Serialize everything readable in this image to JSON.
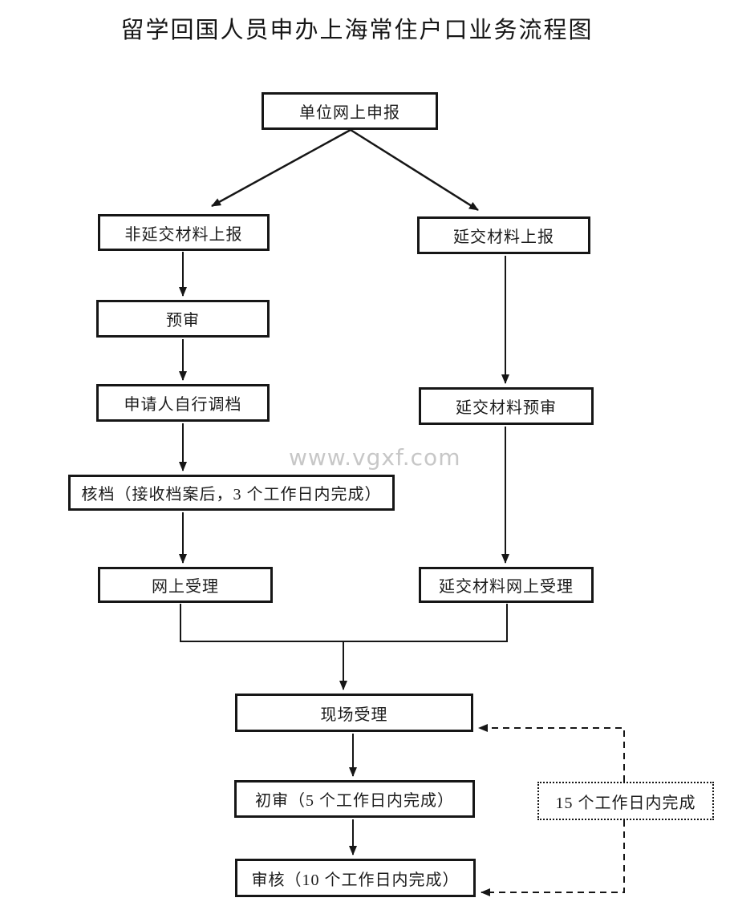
{
  "page": {
    "title": "留学回国人员申办上海常住户口业务流程图",
    "watermark": "www.vgxf.com"
  },
  "nodes": {
    "start": "单位网上申报",
    "left_report": "非延交材料上报",
    "pre_review": "预审",
    "self_transfer": "申请人自行调档",
    "file_check": "核档（接收档案后，3 个工作日内完成）",
    "online_accept": "网上受理",
    "deferred_report": "延交材料上报",
    "deferred_pre_review": "延交材料预审",
    "deferred_online_accept": "延交材料网上受理",
    "onsite_accept": "现场受理",
    "first_review": "初审（5 个工作日内完成）",
    "final_review": "审核（10 个工作日内完成）",
    "deadline_note": "15 个工作日内完成"
  },
  "colors": {
    "line": "#161616",
    "box_border": "#161616",
    "text": "#1c1c1c",
    "watermark": "#c7c7c7",
    "background": "#ffffff"
  }
}
